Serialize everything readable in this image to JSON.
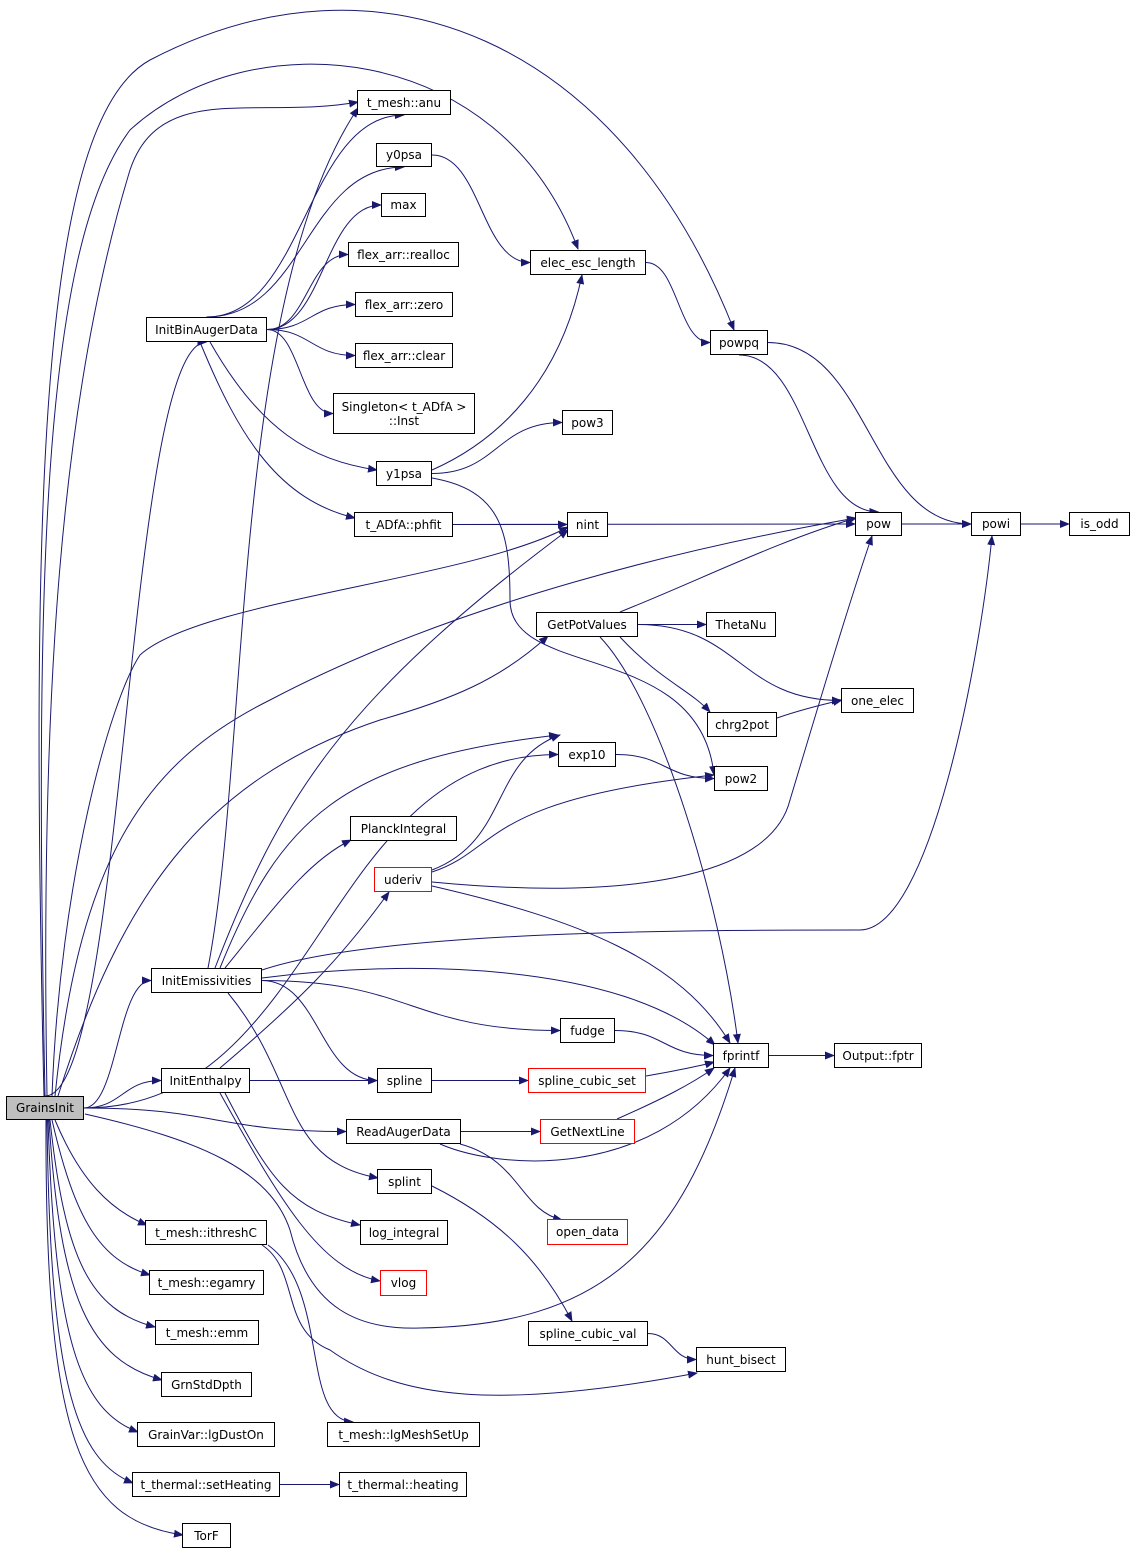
{
  "colors": {
    "edge": "#191970",
    "node_border": "#000000",
    "truncated_border": "#ff0000",
    "root_fill": "#bfbfbf"
  },
  "nodes": [
    {
      "id": "grainsinit",
      "label": "GrainsInit",
      "style": "root"
    },
    {
      "id": "t_mesh_anu",
      "label": "t_mesh::anu",
      "style": "normal"
    },
    {
      "id": "y0psa",
      "label": "y0psa",
      "style": "normal"
    },
    {
      "id": "max",
      "label": "max",
      "style": "normal"
    },
    {
      "id": "flex_realloc",
      "label": "flex_arr::realloc",
      "style": "normal"
    },
    {
      "id": "flex_zero",
      "label": "flex_arr::zero",
      "style": "normal"
    },
    {
      "id": "flex_clear",
      "label": "flex_arr::clear",
      "style": "normal"
    },
    {
      "id": "singleton",
      "label": "Singleton< t_ADfA >\n::Inst",
      "style": "normal"
    },
    {
      "id": "y1psa",
      "label": "y1psa",
      "style": "normal"
    },
    {
      "id": "phfit",
      "label": "t_ADfA::phfit",
      "style": "normal"
    },
    {
      "id": "initbinauger",
      "label": "InitBinAugerData",
      "style": "normal"
    },
    {
      "id": "elec_esc",
      "label": "elec_esc_length",
      "style": "normal"
    },
    {
      "id": "powpq",
      "label": "powpq",
      "style": "normal"
    },
    {
      "id": "pow3",
      "label": "pow3",
      "style": "normal"
    },
    {
      "id": "nint",
      "label": "nint",
      "style": "normal"
    },
    {
      "id": "pow",
      "label": "pow",
      "style": "normal"
    },
    {
      "id": "powi",
      "label": "powi",
      "style": "normal"
    },
    {
      "id": "is_odd",
      "label": "is_odd",
      "style": "normal"
    },
    {
      "id": "getpot",
      "label": "GetPotValues",
      "style": "normal"
    },
    {
      "id": "thetanu",
      "label": "ThetaNu",
      "style": "normal"
    },
    {
      "id": "one_elec",
      "label": "one_elec",
      "style": "normal"
    },
    {
      "id": "chrg2pot",
      "label": "chrg2pot",
      "style": "normal"
    },
    {
      "id": "exp10",
      "label": "exp10",
      "style": "normal"
    },
    {
      "id": "pow2",
      "label": "pow2",
      "style": "normal"
    },
    {
      "id": "planck",
      "label": "PlanckIntegral",
      "style": "normal"
    },
    {
      "id": "uderiv",
      "label": "uderiv",
      "style": "truncated"
    },
    {
      "id": "initemiss",
      "label": "InitEmissivities",
      "style": "normal"
    },
    {
      "id": "fudge",
      "label": "fudge",
      "style": "normal"
    },
    {
      "id": "fprintf",
      "label": "fprintf",
      "style": "normal"
    },
    {
      "id": "output_fptr",
      "label": "Output::fptr",
      "style": "normal"
    },
    {
      "id": "initenth",
      "label": "InitEnthalpy",
      "style": "normal"
    },
    {
      "id": "spline",
      "label": "spline",
      "style": "normal"
    },
    {
      "id": "spline_cubic_set",
      "label": "spline_cubic_set",
      "style": "truncated"
    },
    {
      "id": "readauger",
      "label": "ReadAugerData",
      "style": "normal"
    },
    {
      "id": "getnextline",
      "label": "GetNextLine",
      "style": "truncated"
    },
    {
      "id": "splint",
      "label": "splint",
      "style": "normal"
    },
    {
      "id": "open_data",
      "label": "open_data",
      "style": "truncated"
    },
    {
      "id": "ithreshc",
      "label": "t_mesh::ithreshC",
      "style": "normal"
    },
    {
      "id": "log_integral",
      "label": "log_integral",
      "style": "normal"
    },
    {
      "id": "egamry",
      "label": "t_mesh::egamry",
      "style": "normal"
    },
    {
      "id": "vlog",
      "label": "vlog",
      "style": "truncated"
    },
    {
      "id": "emm",
      "label": "t_mesh::emm",
      "style": "normal"
    },
    {
      "id": "spline_cubic_val",
      "label": "spline_cubic_val",
      "style": "normal"
    },
    {
      "id": "hunt_bisect",
      "label": "hunt_bisect",
      "style": "normal"
    },
    {
      "id": "grnstddpth",
      "label": "GrnStdDpth",
      "style": "normal"
    },
    {
      "id": "lgdust",
      "label": "GrainVar::lgDustOn",
      "style": "normal"
    },
    {
      "id": "lgmesh",
      "label": "t_mesh::lgMeshSetUp",
      "style": "normal"
    },
    {
      "id": "setheating",
      "label": "t_thermal::setHeating",
      "style": "normal"
    },
    {
      "id": "heating",
      "label": "t_thermal::heating",
      "style": "normal"
    },
    {
      "id": "torf",
      "label": "TorF",
      "style": "normal"
    }
  ],
  "edges": [
    [
      "grainsinit",
      "t_mesh_anu"
    ],
    [
      "grainsinit",
      "elec_esc"
    ],
    [
      "grainsinit",
      "powpq"
    ],
    [
      "grainsinit",
      "initbinauger"
    ],
    [
      "grainsinit",
      "nint"
    ],
    [
      "grainsinit",
      "pow"
    ],
    [
      "grainsinit",
      "getpot"
    ],
    [
      "grainsinit",
      "exp10"
    ],
    [
      "grainsinit",
      "initemiss"
    ],
    [
      "grainsinit",
      "initenth"
    ],
    [
      "grainsinit",
      "readauger"
    ],
    [
      "grainsinit",
      "fprintf"
    ],
    [
      "grainsinit",
      "ithreshc"
    ],
    [
      "grainsinit",
      "egamry"
    ],
    [
      "grainsinit",
      "emm"
    ],
    [
      "grainsinit",
      "grnstddpth"
    ],
    [
      "grainsinit",
      "lgdust"
    ],
    [
      "grainsinit",
      "setheating"
    ],
    [
      "grainsinit",
      "torf"
    ],
    [
      "initbinauger",
      "t_mesh_anu"
    ],
    [
      "initbinauger",
      "y0psa"
    ],
    [
      "initbinauger",
      "max"
    ],
    [
      "initbinauger",
      "flex_realloc"
    ],
    [
      "initbinauger",
      "flex_zero"
    ],
    [
      "initbinauger",
      "flex_clear"
    ],
    [
      "initbinauger",
      "singleton"
    ],
    [
      "initbinauger",
      "y1psa"
    ],
    [
      "initbinauger",
      "phfit"
    ],
    [
      "y0psa",
      "elec_esc"
    ],
    [
      "y1psa",
      "elec_esc"
    ],
    [
      "y1psa",
      "pow3"
    ],
    [
      "y1psa",
      "pow2"
    ],
    [
      "elec_esc",
      "powpq"
    ],
    [
      "powpq",
      "pow"
    ],
    [
      "powpq",
      "powi"
    ],
    [
      "pow",
      "powi"
    ],
    [
      "powi",
      "is_odd"
    ],
    [
      "phfit",
      "nint"
    ],
    [
      "phfit",
      "pow"
    ],
    [
      "getpot",
      "pow"
    ],
    [
      "getpot",
      "thetanu"
    ],
    [
      "getpot",
      "one_elec"
    ],
    [
      "getpot",
      "chrg2pot"
    ],
    [
      "getpot",
      "fprintf"
    ],
    [
      "chrg2pot",
      "one_elec"
    ],
    [
      "exp10",
      "pow2"
    ],
    [
      "uderiv",
      "exp10"
    ],
    [
      "uderiv",
      "pow2"
    ],
    [
      "uderiv",
      "pow"
    ],
    [
      "uderiv",
      "fprintf"
    ],
    [
      "initemiss",
      "t_mesh_anu"
    ],
    [
      "initemiss",
      "nint"
    ],
    [
      "initemiss",
      "exp10"
    ],
    [
      "initemiss",
      "planck"
    ],
    [
      "initemiss",
      "powi"
    ],
    [
      "initemiss",
      "fprintf"
    ],
    [
      "initemiss",
      "fudge"
    ],
    [
      "initemiss",
      "spline"
    ],
    [
      "initemiss",
      "splint"
    ],
    [
      "fudge",
      "fprintf"
    ],
    [
      "fprintf",
      "output_fptr"
    ],
    [
      "initenth",
      "uderiv"
    ],
    [
      "initenth",
      "spline"
    ],
    [
      "initenth",
      "log_integral"
    ],
    [
      "initenth",
      "vlog"
    ],
    [
      "spline",
      "spline_cubic_set"
    ],
    [
      "spline_cubic_set",
      "fprintf"
    ],
    [
      "readauger",
      "getnextline"
    ],
    [
      "readauger",
      "fprintf"
    ],
    [
      "readauger",
      "open_data"
    ],
    [
      "getnextline",
      "fprintf"
    ],
    [
      "splint",
      "spline_cubic_val"
    ],
    [
      "spline_cubic_val",
      "hunt_bisect"
    ],
    [
      "ithreshc",
      "hunt_bisect"
    ],
    [
      "ithreshc",
      "lgmesh"
    ],
    [
      "setheating",
      "heating"
    ]
  ]
}
